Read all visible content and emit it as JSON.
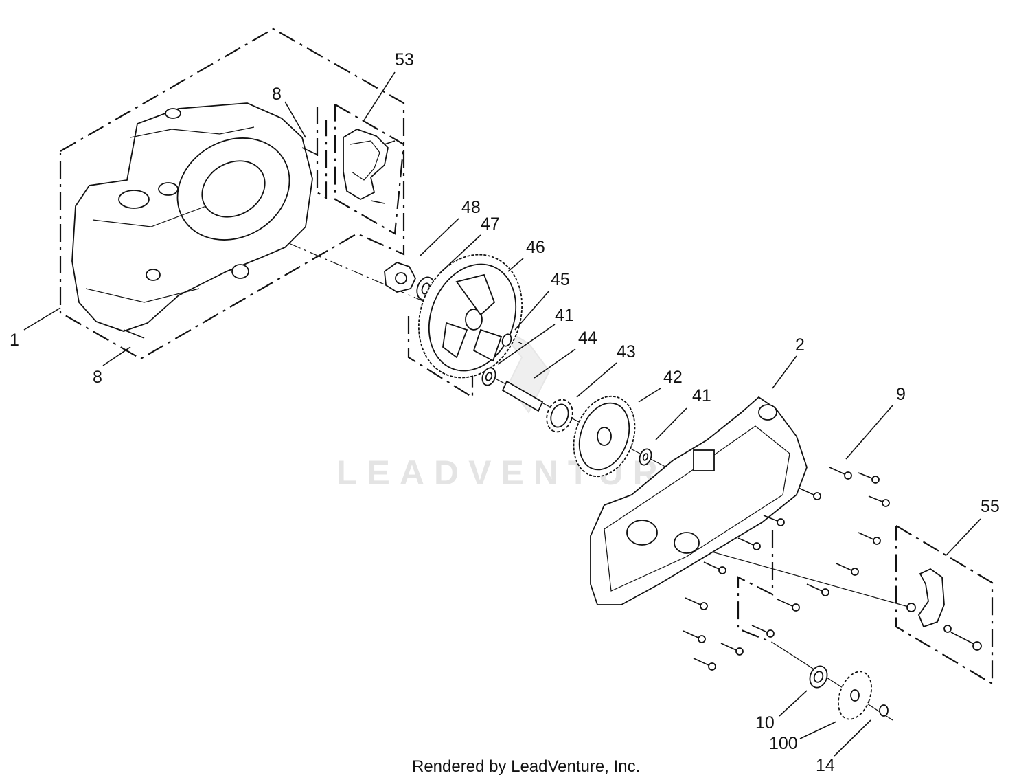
{
  "watermark": "LEADVENTURE",
  "footer": "Rendered by LeadVenture, Inc.",
  "callouts": [
    {
      "id": "label-1",
      "text": "1"
    },
    {
      "id": "label-8a",
      "text": "8"
    },
    {
      "id": "label-8b",
      "text": "8"
    },
    {
      "id": "label-53",
      "text": "53"
    },
    {
      "id": "label-48",
      "text": "48"
    },
    {
      "id": "label-47",
      "text": "47"
    },
    {
      "id": "label-46",
      "text": "46"
    },
    {
      "id": "label-45",
      "text": "45"
    },
    {
      "id": "label-41a",
      "text": "41"
    },
    {
      "id": "label-44",
      "text": "44"
    },
    {
      "id": "label-43",
      "text": "43"
    },
    {
      "id": "label-42",
      "text": "42"
    },
    {
      "id": "label-41b",
      "text": "41"
    },
    {
      "id": "label-2",
      "text": "2"
    },
    {
      "id": "label-9",
      "text": "9"
    },
    {
      "id": "label-55",
      "text": "55"
    },
    {
      "id": "label-10",
      "text": "10"
    },
    {
      "id": "label-100",
      "text": "100"
    },
    {
      "id": "label-14",
      "text": "14"
    }
  ]
}
